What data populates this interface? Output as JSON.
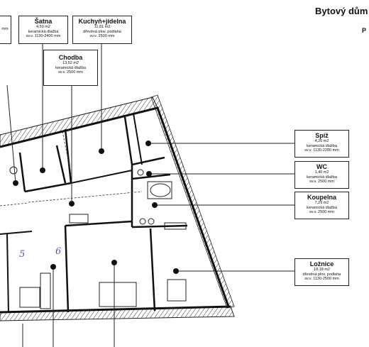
{
  "header": {
    "title": "Bytový dům",
    "subtitle": "P"
  },
  "rooms": {
    "left": {
      "area": "",
      "finish": "",
      "height": "mm"
    },
    "satna": {
      "name": "Šatna",
      "area": "4,50 m2",
      "finish": "keramická dlažba",
      "height": "sv.v. 1130-2400 mm"
    },
    "kuchyn": {
      "name": "Kuchyň+jídelna",
      "area": "11,81 m2",
      "finish": "dřevěná plov. podlaha",
      "height": "sv.v. 2500 mm"
    },
    "chodba": {
      "name": "Chodba",
      "area": "13,52 m2",
      "finish": "keramická dlažba",
      "height": "sv.v. 2500 mm"
    },
    "spiz": {
      "name": "Spíž",
      "area": "4,26 m2",
      "finish": "keramická dlažba",
      "height": "sv.v. 1130-2200 mm"
    },
    "wc": {
      "name": "WC",
      "area": "1,40 m2",
      "finish": "keramická dlažba",
      "height": "sv.v. 2500 mm"
    },
    "koupelna": {
      "name": "Koupelna",
      "area": "7,29 m2",
      "finish": "keramická dlažba",
      "height": "sv.v. 2500 mm"
    },
    "loznice": {
      "name": "Ložnice",
      "area": "18,18 m2",
      "finish": "dřevěná plov. podlaha",
      "height": "sv.v. 1130-2500 mm"
    }
  },
  "handwritten": {
    "a": "5",
    "b": "6"
  },
  "colors": {
    "ink": "#222222",
    "pencil": "#4a5aa8",
    "paper": "#ffffff"
  }
}
